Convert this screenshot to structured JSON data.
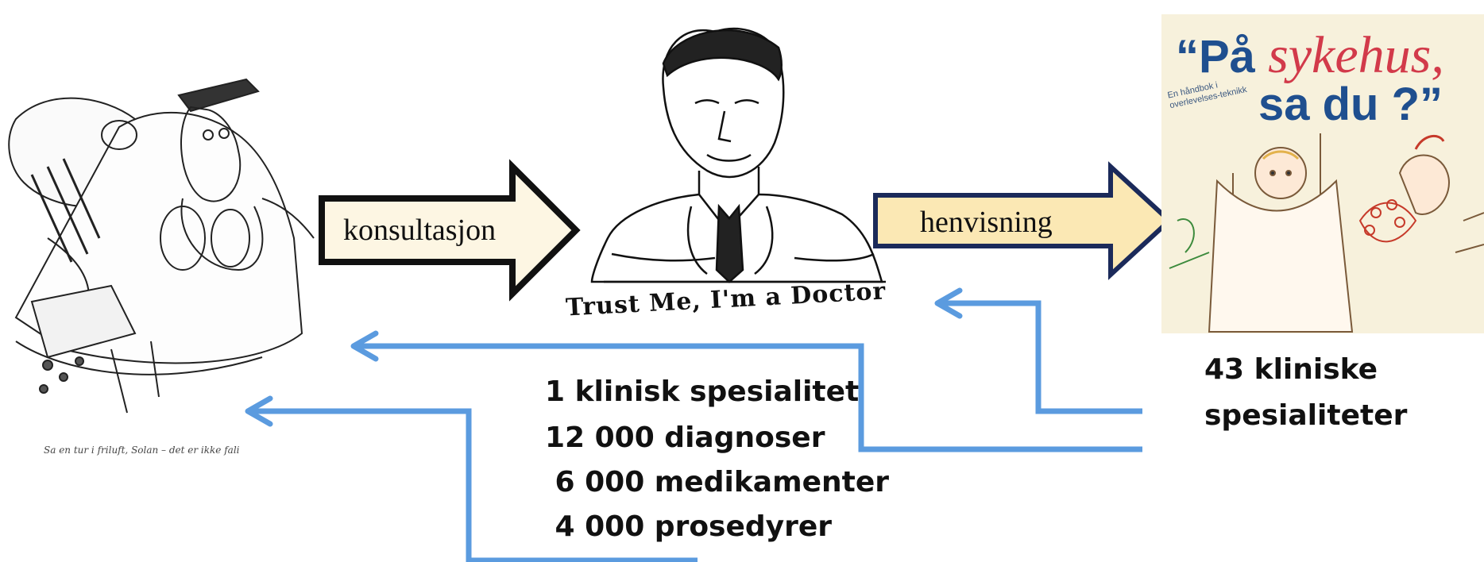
{
  "arrows": {
    "consultation_label": "konsultasjon",
    "referral_label": "henvisning"
  },
  "doctor": {
    "banner": "Trust Me, I'm a Doctor"
  },
  "patient": {
    "caption": "Sa en tur i friluft, Solan – det er ikke fali"
  },
  "book": {
    "title_part1": "“På ",
    "title_italic": "sykehus,",
    "title_part2": "sa du ?”",
    "subtitle": "En håndbok i overlevelses-teknikk"
  },
  "stats": {
    "gp_lines": [
      "1 klinisk spesialitet",
      "12 000 diagnoser",
      " 6 000 medikamenter",
      " 4 000 prosedyrer"
    ],
    "hospital_lines": [
      "43 kliniske",
      "spesialiteter"
    ]
  },
  "colors": {
    "return_arrow": "#5b9bdf",
    "consult_fill": "#fdf6e3",
    "consult_stroke": "#111111",
    "referral_fill": "#fbe8b4",
    "referral_stroke": "#1b2a5a"
  }
}
